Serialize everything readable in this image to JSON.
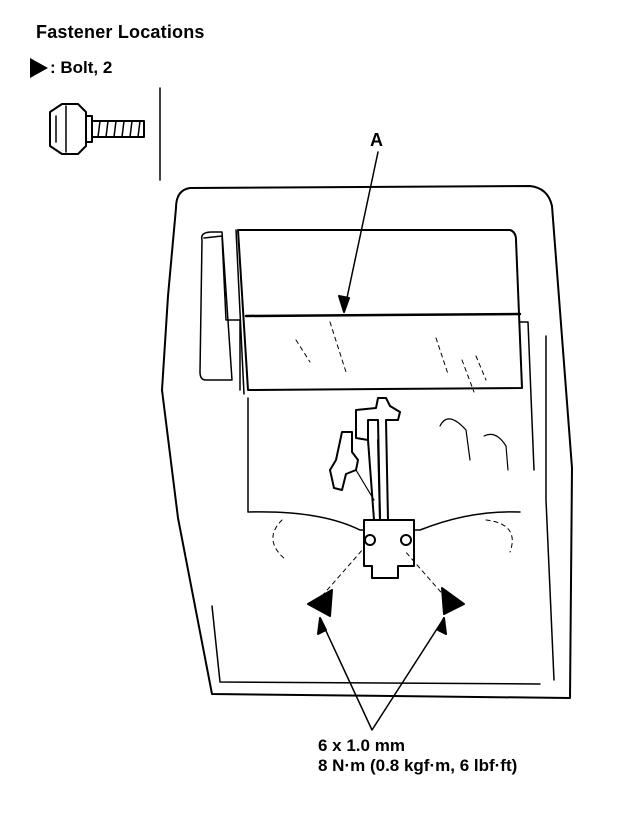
{
  "header": {
    "title": "Fastener Locations",
    "legend_label": ": Bolt, 2"
  },
  "diagram": {
    "callout_letter": "A",
    "spec_size": "6 x 1.0 mm",
    "spec_torque": "8 N·m (0.8 kgf·m, 6 lbf·ft)"
  },
  "icons": {
    "legend_marker": "bolt-marker-triangle-icon",
    "bolt": "bolt-icon"
  },
  "colors": {
    "ink": "#000000",
    "paper": "#ffffff"
  }
}
